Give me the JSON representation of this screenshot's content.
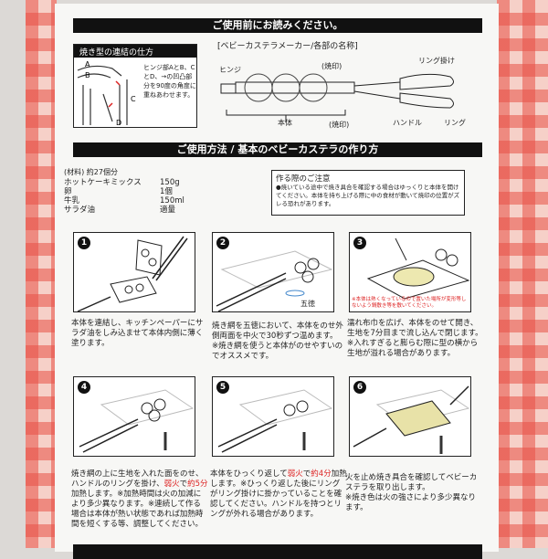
{
  "header1": "ご使用前にお読みください。",
  "connect": {
    "title": "焼き型の連結の仕方",
    "labels": [
      "A",
      "B",
      "C",
      "D"
    ],
    "text": "ヒンジ部AとB、CとD、→の凹凸部分を90度の角度に重ねあわせます。"
  },
  "parts": {
    "title": "[ベビーカステラメーカー/各部の名称]",
    "hinge": "ヒンジ",
    "brand_top": "(焼印)",
    "brand_bottom": "(焼印)",
    "ring_hook": "リング掛け",
    "body": "本体",
    "handle": "ハンドル",
    "ring": "リング"
  },
  "header2": "ご使用方法 / 基本のベビーカステラの作り方",
  "materials": {
    "title": "(材料) 約27個分",
    "items": [
      {
        "name": "ホットケーキミックス",
        "amount": "150g"
      },
      {
        "name": "卵",
        "amount": "1個"
      },
      {
        "name": "牛乳",
        "amount": "150ml"
      },
      {
        "name": "サラダ油",
        "amount": "適量"
      }
    ]
  },
  "caution": {
    "title": "作る際のご注意",
    "text": "●焼いている途中で焼き具合を確認する場合はゆっくりと本体を開けてください。本体を持ち上げる際に中の食材が動いて焼印の位置がズレる恐れがあります。"
  },
  "steps": [
    {
      "num": "1",
      "text": "本体を連結し、キッチンペーパーにサラダ油をしみ込ませて本体内側に薄く塗ります。"
    },
    {
      "num": "2",
      "label": "五徳",
      "text": "焼き網を五徳において、本体をのせ外側両面を中火で30秒ずつ温めます。\n※焼き網を使うと本体がのせやすいのでオススメです。"
    },
    {
      "num": "3",
      "note": "※本体は熱くなっているので置いた場所が変形等しないよう鍋敷き等を敷いてください。",
      "text": "濡れ布巾を広げ、本体をのせて開き、生地を7分目まで流し込んで閉じます。※入れすぎると膨らむ際に型の横から生地が溢れる場合があります。"
    },
    {
      "num": "4",
      "pre": "焼き網の上に生地を入れた面をのせ、ハンドルのリングを掛け、",
      "red1": "弱火",
      "mid": "で",
      "red2": "約5分",
      "post": "加熱します。※加熱時間は火の加減により多少異なります。※連続して作る場合は本体が熱い状態であれば加熱時間を短くする等、調整してください。"
    },
    {
      "num": "5",
      "pre": "本体をひっくり返して",
      "red1": "弱火",
      "mid": "で",
      "red2": "約4分",
      "post": "加熱します。※ひっくり返した後にリングがリング掛けに掛かっていることを確認してください。ハンドルを持つとリングが外れる場合があります。"
    },
    {
      "num": "6",
      "text": "火を止め焼き具合を確認してベビーカステラを取り出します。\n※焼き色は火の強さにより多少異なります。"
    }
  ]
}
